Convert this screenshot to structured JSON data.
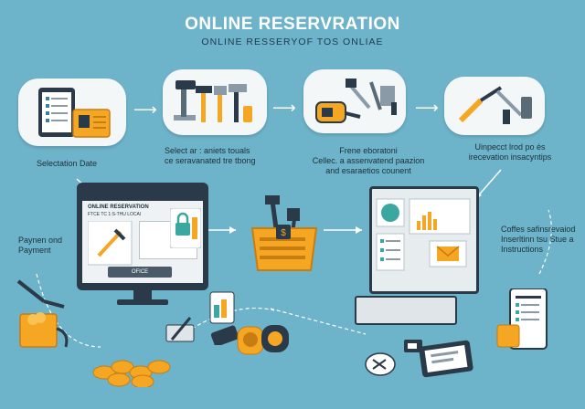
{
  "header": {
    "title": "ONLINE RESERVRATION",
    "subtitle": "ONLINE RESSERYOF TOS ONLIAE"
  },
  "steps": [
    {
      "label": "Selectation Date"
    },
    {
      "label": "Select ar : aniets touals\nce seravanated tre tbong"
    },
    {
      "label": "Frene eboratoni\nCellec. a assenvatend paazion\nand esaraetios counent"
    },
    {
      "label": "Uinpecct lrod po ės\nirecevation insacyntips"
    }
  ],
  "left_note": {
    "label": "Paynen ond\nPayment"
  },
  "right_note": {
    "label": "Coffes safinsrevaiod\nInserltinn tsu Stue a\nInstructions"
  },
  "monitor": {
    "heading": "ONLINE RESERVATION",
    "line2": "FTCE TC 1:S-THU LOCAI",
    "button": "OFICE"
  },
  "colors": {
    "background": "#6db3c9",
    "accent": "#f5a623",
    "dark": "#2b3a48"
  }
}
